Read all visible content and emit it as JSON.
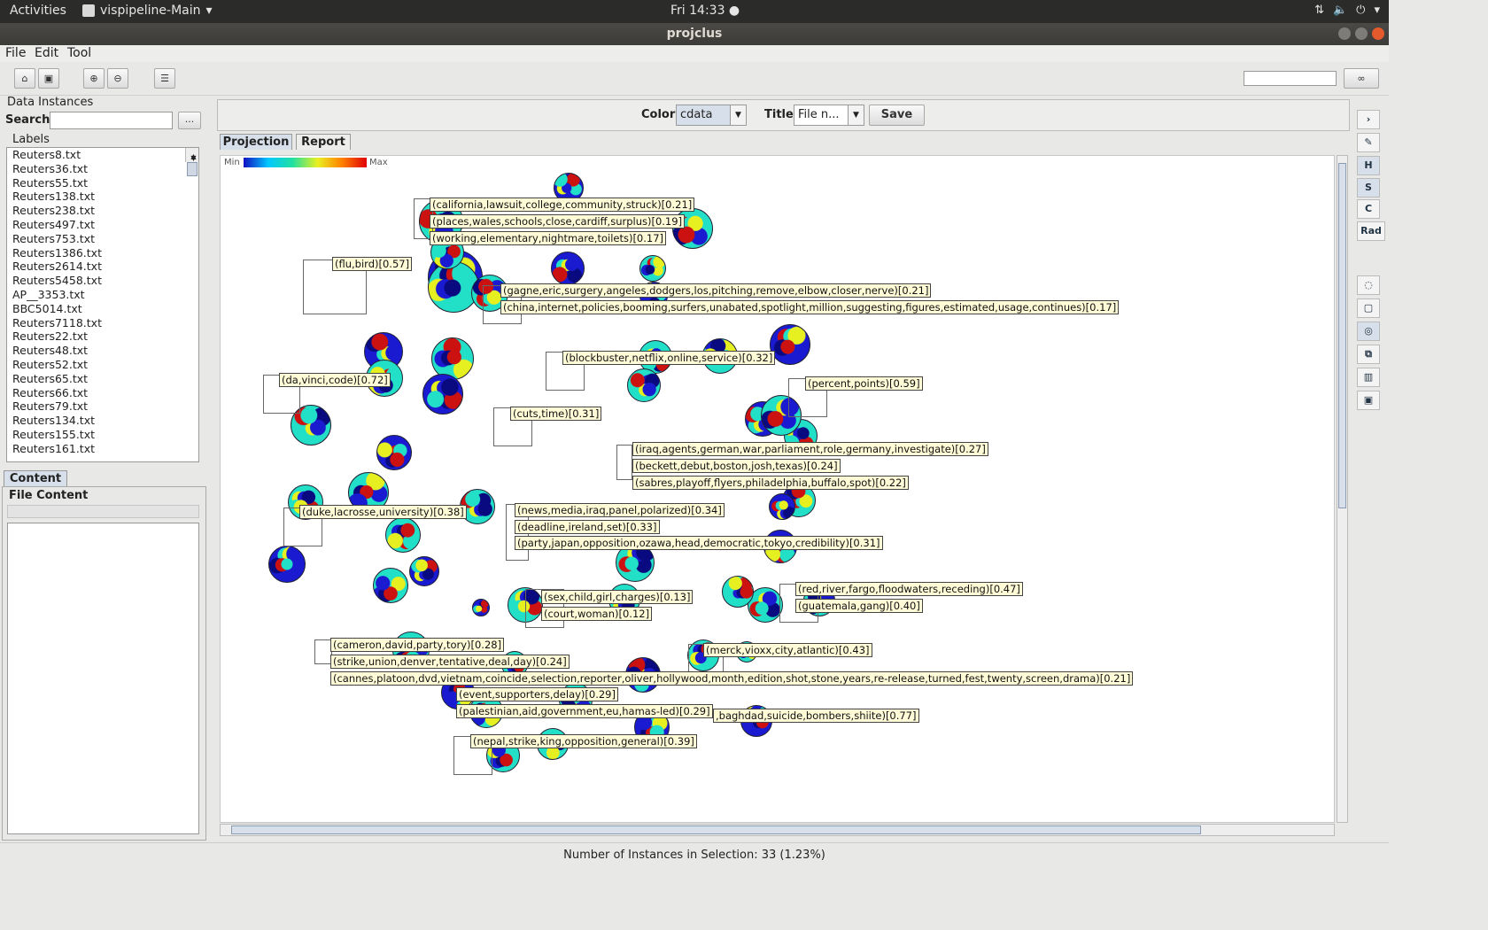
{
  "topbar": {
    "activities": "Activities",
    "app": "vispipeline-Main",
    "clock": "Fri 14:33 ●"
  },
  "window": {
    "title": "projclus"
  },
  "menu": [
    "File",
    "Edit",
    "Tool"
  ],
  "left": {
    "data_instances": "Data Instances",
    "search_label": "Search",
    "search_btn": "...",
    "labels_title": "Labels",
    "labels": [
      "Reuters8.txt",
      "Reuters36.txt",
      "Reuters55.txt",
      "Reuters138.txt",
      "Reuters238.txt",
      "Reuters497.txt",
      "Reuters753.txt",
      "Reuters1386.txt",
      "Reuters2614.txt",
      "Reuters5458.txt",
      "AP__3353.txt",
      "BBC5014.txt",
      "Reuters7118.txt",
      "Reuters22.txt",
      "Reuters48.txt",
      "Reuters52.txt",
      "Reuters65.txt",
      "Reuters66.txt",
      "Reuters79.txt",
      "Reuters134.txt",
      "Reuters155.txt",
      "Reuters161.txt"
    ],
    "content_tab": "Content",
    "file_content": "File Content"
  },
  "controls": {
    "color_label": "Color",
    "color_value": "cdata",
    "title_label": "Title",
    "title_value": "File n...",
    "save": "Save"
  },
  "tabs": [
    "Projection",
    "Report"
  ],
  "legend": {
    "min": "Min",
    "max": "Max"
  },
  "right_buttons": [
    "H",
    "S",
    "C",
    "Rad"
  ],
  "tags": [
    {
      "t": "(california,lawsuit,college,community,struck)[0.21]"
    },
    {
      "t": "(places,wales,schools,close,cardiff,surplus)[0.19]"
    },
    {
      "t": "(working,elementary,nightmare,toilets)[0.17]"
    },
    {
      "t": "(flu,bird)[0.57]"
    },
    {
      "t": "(gagne,eric,surgery,angeles,dodgers,los,pitching,remove,elbow,closer,nerve)[0.21]"
    },
    {
      "t": "(china,internet,policies,booming,surfers,unabated,spotlight,million,suggesting,figures,estimated,usage,continues)[0.17]"
    },
    {
      "t": "(blockbuster,netflix,online,service)[0.32]"
    },
    {
      "t": "(da,vinci,code)[0.72]"
    },
    {
      "t": "(percent,points)[0.59]"
    },
    {
      "t": "(cuts,time)[0.31]"
    },
    {
      "t": "(iraq,agents,german,war,parliament,role,germany,investigate)[0.27]"
    },
    {
      "t": "(beckett,debut,boston,josh,texas)[0.24]"
    },
    {
      "t": "(sabres,playoff,flyers,philadelphia,buffalo,spot)[0.22]"
    },
    {
      "t": "(duke,lacrosse,university)[0.38]"
    },
    {
      "t": "(news,media,iraq,panel,polarized)[0.34]"
    },
    {
      "t": "(deadline,ireland,set)[0.33]"
    },
    {
      "t": "(party,japan,opposition,ozawa,head,democratic,tokyo,credibility)[0.31]"
    },
    {
      "t": "(red,river,fargo,floodwaters,receding)[0.47]"
    },
    {
      "t": "(sex,child,girl,charges)[0.13]"
    },
    {
      "t": "(guatemala,gang)[0.40]"
    },
    {
      "t": "(court,woman)[0.12]"
    },
    {
      "t": "(cameron,david,party,tory)[0.28]"
    },
    {
      "t": "(merck,vioxx,city,atlantic)[0.43]"
    },
    {
      "t": "(strike,union,denver,tentative,deal,day)[0.24]"
    },
    {
      "t": "(cannes,platoon,dvd,vietnam,coincide,selection,reporter,oliver,hollywood,month,edition,shot,stone,years,re-release,turned,fest,twenty,screen,drama)[0.21]"
    },
    {
      "t": "(event,supporters,delay)[0.29]"
    },
    {
      "t": "(palestinian,aid,government,eu,hamas-led)[0.29]"
    },
    {
      "t": ",baghdad,suicide,bombers,shiite)[0.77]"
    },
    {
      "t": "(nepal,strike,king,opposition,general)[0.39]"
    }
  ],
  "status": "Number of Instances in Selection: 33 (1.23%)",
  "colors": {
    "cyan": "#22e0c8",
    "blue": "#1a1ad0",
    "red": "#cc1111",
    "yellow": "#e6f020",
    "navy": "#0a0a80"
  }
}
